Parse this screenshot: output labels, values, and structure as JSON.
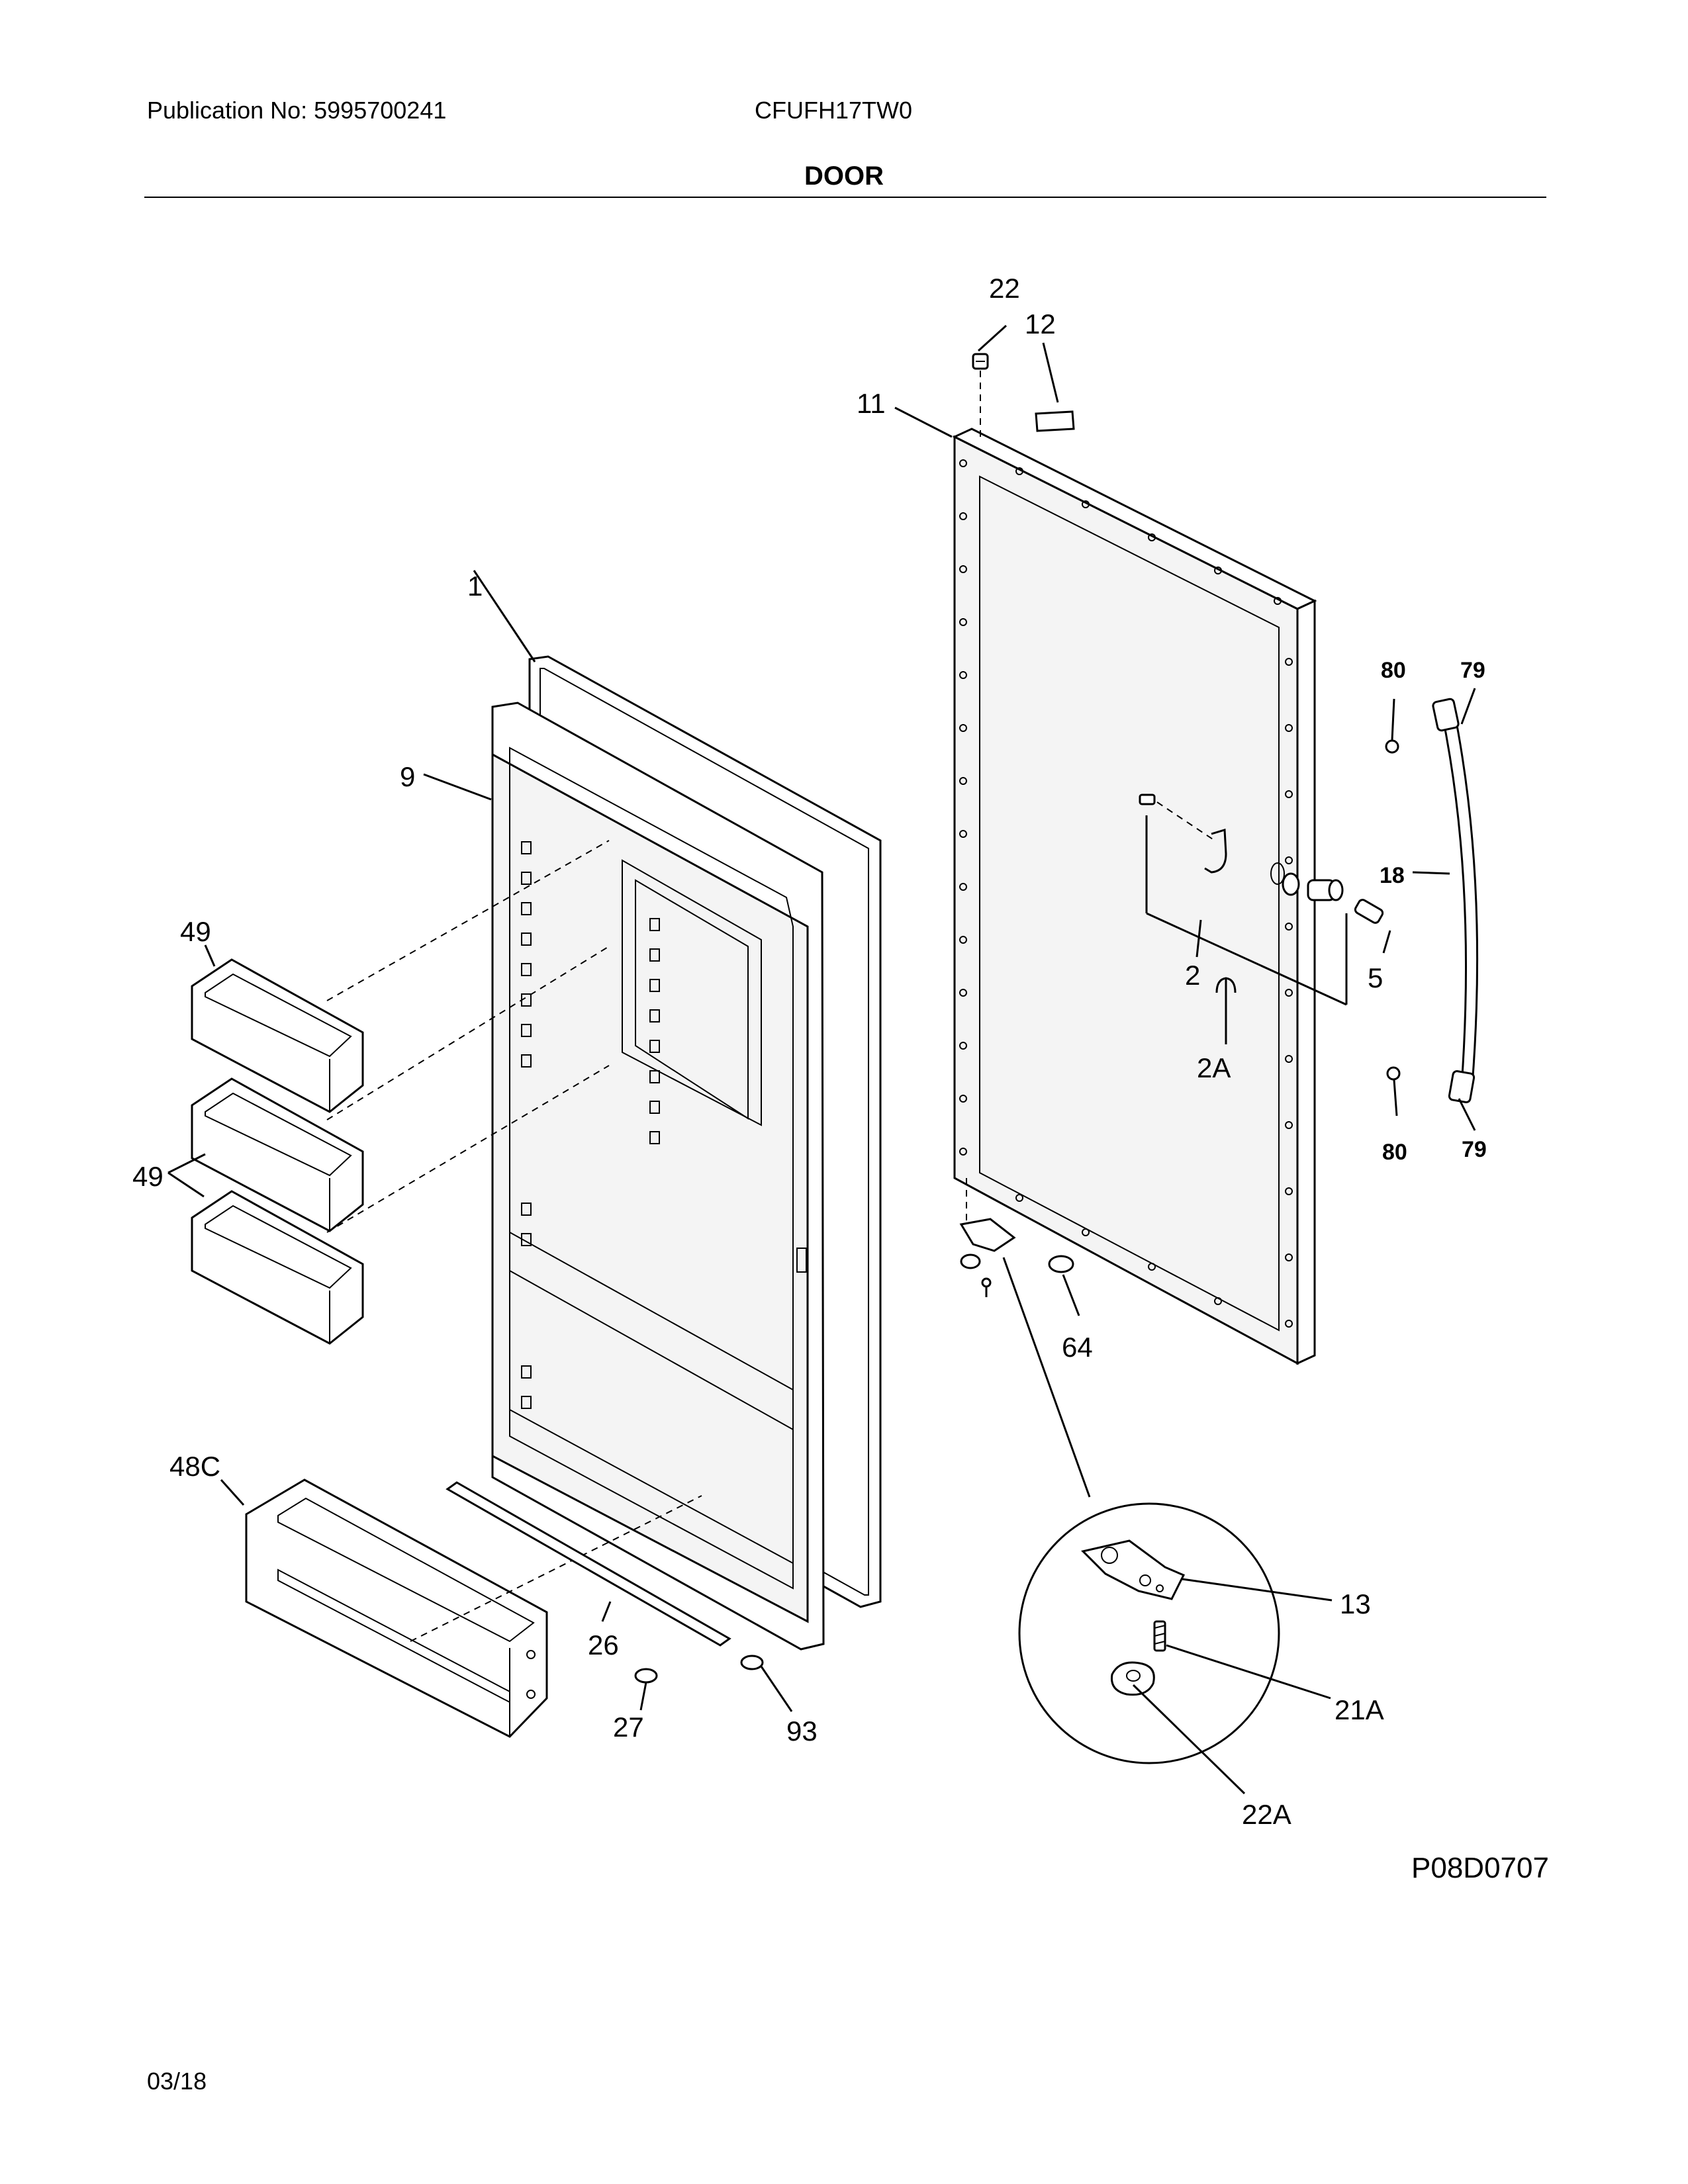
{
  "header": {
    "publication": "Publication No: 5995700241",
    "model": "CFUFH17TW0",
    "title": "DOOR"
  },
  "footer": {
    "diagram_code": "P08D0707",
    "date": "03/18"
  },
  "callouts": {
    "c1": "1",
    "c2": "2",
    "c2A": "2A",
    "c5": "5",
    "c9": "9",
    "c11": "11",
    "c12": "12",
    "c13": "13",
    "c18": "18",
    "c21A": "21A",
    "c22": "22",
    "c22A": "22A",
    "c26": "26",
    "c27": "27",
    "c48C": "48C",
    "c49a": "49",
    "c49b": "49",
    "c64": "64",
    "c79a": "79",
    "c79b": "79",
    "c80a": "80",
    "c80b": "80",
    "c93": "93"
  }
}
